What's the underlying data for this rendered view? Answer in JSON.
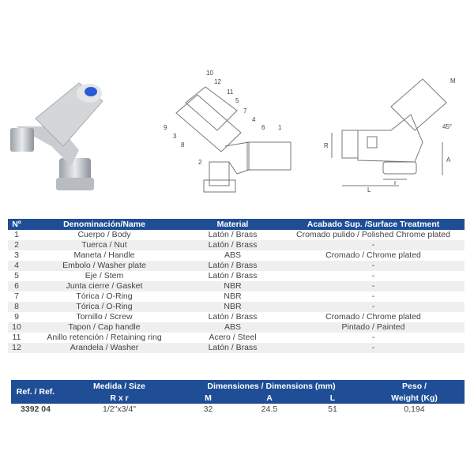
{
  "drawing": {
    "callouts": [
      "10",
      "12",
      "11",
      "5",
      "7",
      "4",
      "6",
      "1",
      "9",
      "3",
      "8",
      "2"
    ],
    "dimension_labels": [
      "R",
      "A",
      "L",
      "r",
      "45°",
      "M"
    ]
  },
  "parts_table": {
    "headers": [
      "Nº",
      "Denominación/Name",
      "Material",
      "Acabado Sup. /Surface Treatment"
    ],
    "rows": [
      [
        "1",
        "Cuerpo / Body",
        "Latón / Brass",
        "Cromado pulido / Polished Chrome plated"
      ],
      [
        "2",
        "Tuerca / Nut",
        "Latón / Brass",
        "-"
      ],
      [
        "3",
        "Maneta / Handle",
        "ABS",
        "Cromado / Chrome plated"
      ],
      [
        "4",
        "Embolo / Washer plate",
        "Latón / Brass",
        "-"
      ],
      [
        "5",
        "Eje / Stem",
        "Latón / Brass",
        "-"
      ],
      [
        "6",
        "Junta cierre / Gasket",
        "NBR",
        "-"
      ],
      [
        "7",
        "Tórica / O-Ring",
        "NBR",
        "-"
      ],
      [
        "8",
        "Tórica / O-Ring",
        "NBR",
        "-"
      ],
      [
        "9",
        "Tornillo / Screw",
        "Latón / Brass",
        "Cromado / Chrome plated"
      ],
      [
        "10",
        "Tapon / Cap handle",
        "ABS",
        "Pintado / Painted"
      ],
      [
        "11",
        "Anillo retención / Retaining ring",
        "Acero / Steel",
        "-"
      ],
      [
        "12",
        "Arandela / Washer",
        "Latón / Brass",
        "-"
      ]
    ]
  },
  "dims_table": {
    "ref_header": "Ref. / Ref.",
    "size_header": "Medida /  Size",
    "size_sub": "R x r",
    "dims_header": "Dimensiones / Dimensions (mm)",
    "dim_m": "M",
    "dim_a": "A",
    "dim_l": "L",
    "weight_header": "Peso /",
    "weight_sub": "Weight  (Kg)",
    "row": {
      "ref": "3392 04",
      "size": "1/2\"x3/4\"",
      "m": "32",
      "a": "24.5",
      "l": "51",
      "weight": "0,194"
    }
  },
  "colors": {
    "header_blue": "#1f4e96",
    "cap_blue": "#2a5bd7"
  }
}
